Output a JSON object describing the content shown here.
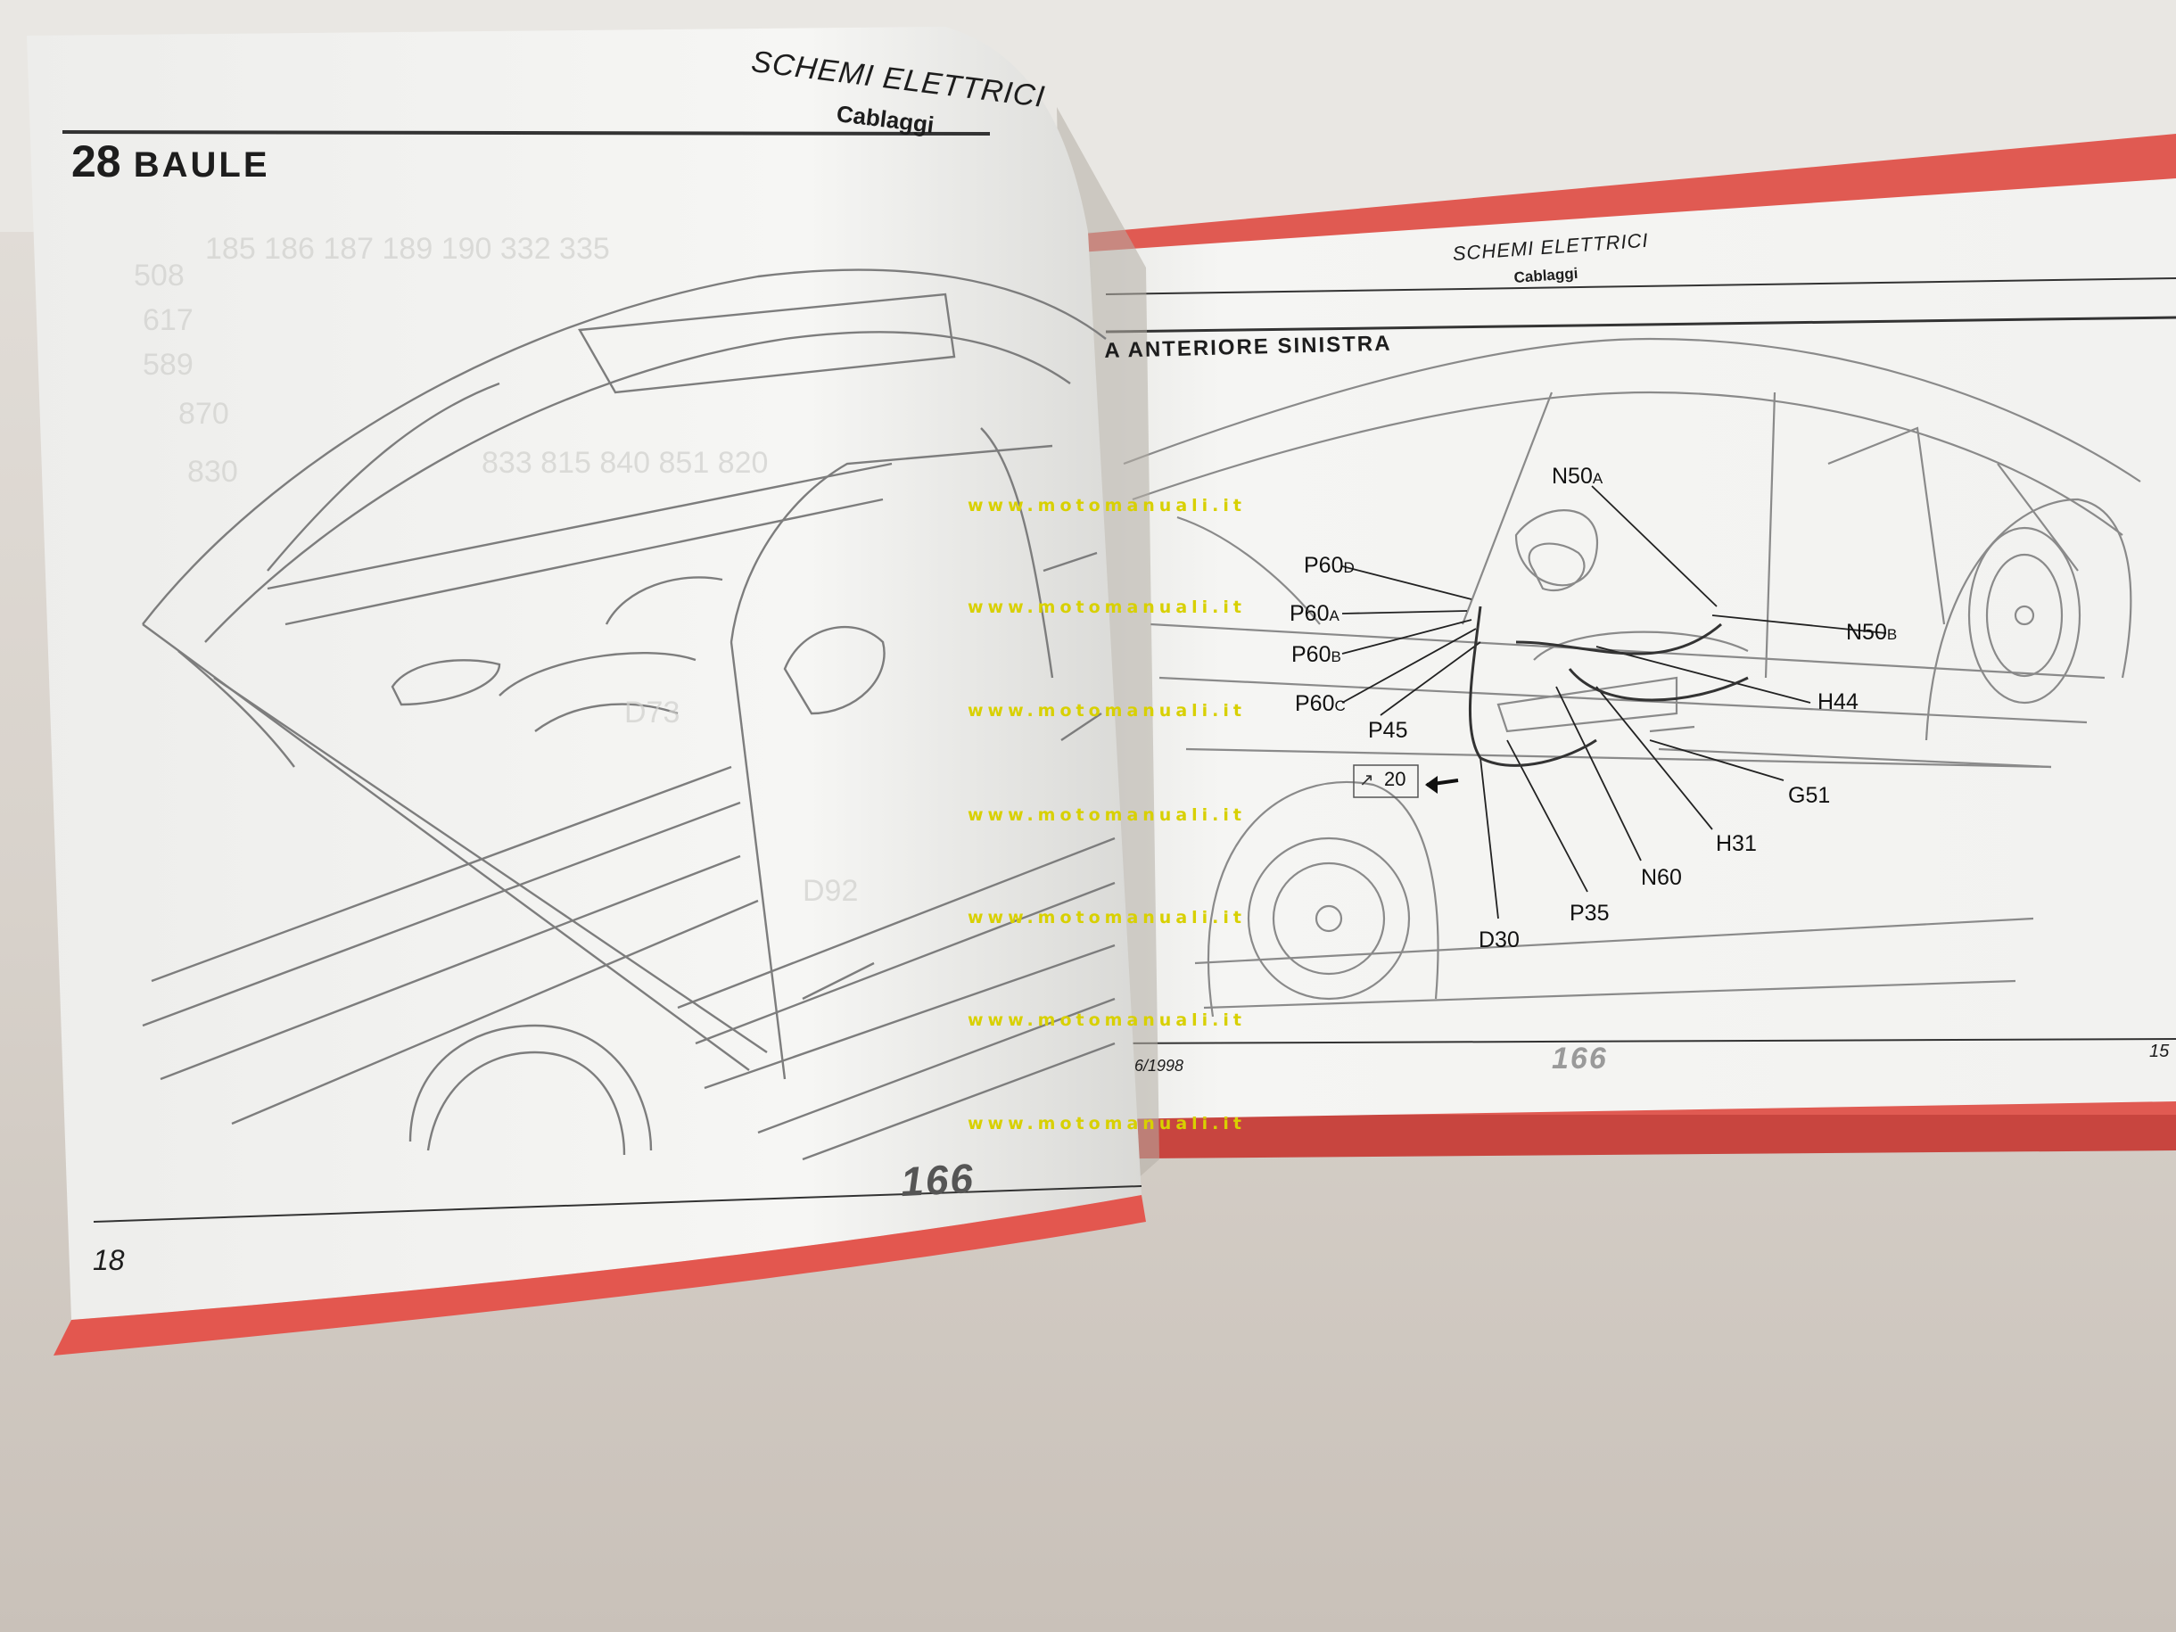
{
  "left_page": {
    "header_title": "SCHEMI ELETTRICI",
    "header_subtitle": "Cablaggi",
    "section_number": "28",
    "section_title": "BAULE",
    "page_number": "18",
    "model_mark": "166"
  },
  "right_page": {
    "header_title": "SCHEMI ELETTRICI",
    "header_subtitle": "Cablaggi",
    "section_title": "A ANTERIORE SINISTRA",
    "footer_date": "6/1998",
    "model_mark": "166",
    "page_number": "15",
    "callouts": [
      {
        "code": "N50",
        "suffix": "A"
      },
      {
        "code": "P60",
        "suffix": "D"
      },
      {
        "code": "P60",
        "suffix": "A"
      },
      {
        "code": "P60",
        "suffix": "B"
      },
      {
        "code": "P60",
        "suffix": "C"
      },
      {
        "code": "N50",
        "suffix": "B"
      },
      {
        "code": "H44",
        "suffix": ""
      },
      {
        "code": "P45",
        "suffix": ""
      },
      {
        "code": "G51",
        "suffix": ""
      },
      {
        "code": "H31",
        "suffix": ""
      },
      {
        "code": "N60",
        "suffix": ""
      },
      {
        "code": "P35",
        "suffix": ""
      },
      {
        "code": "D30",
        "suffix": ""
      }
    ],
    "reference_box": "20"
  },
  "watermark": "www.motomanuali.it",
  "colors": {
    "binder_red": "#e05a52",
    "paper": "#f4f4f1",
    "watermark": "#d8d000"
  }
}
